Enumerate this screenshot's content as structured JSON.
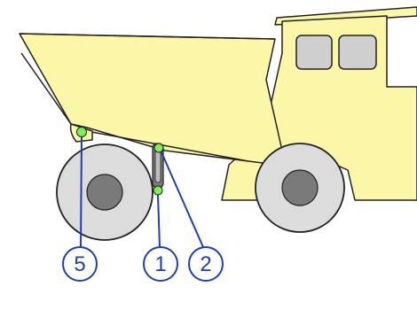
{
  "figure": {
    "type": "dump-truck-side-view",
    "colors": {
      "body_fill": "#fbf6a8",
      "outline": "#222222",
      "window_fill": "#cfcfcf",
      "tire_fill": "#dcdcdc",
      "hub_fill": "#7a7a7a",
      "pivot_point": "#7cf05a",
      "callout_color": "#1f3fae"
    },
    "callouts": [
      {
        "id": "5",
        "label": "5",
        "points_to": "dump-body-hinge-pivot"
      },
      {
        "id": "1",
        "label": "1",
        "points_to": "hoist-cylinder-lower-pin"
      },
      {
        "id": "2",
        "label": "2",
        "points_to": "hoist-cylinder-upper-pin"
      }
    ]
  }
}
